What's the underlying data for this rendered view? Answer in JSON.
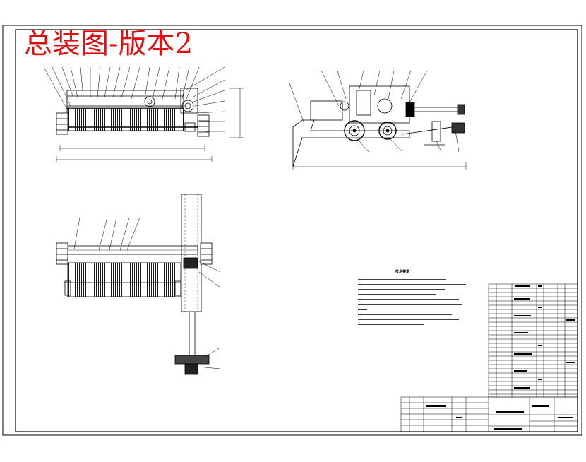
{
  "sheet": {
    "title": "总装图-版本2",
    "title_color": "#e01010",
    "line_color": "#000000",
    "background": "#ffffff"
  },
  "views": {
    "front": {
      "name": "front-view"
    },
    "side": {
      "name": "side-view"
    },
    "top": {
      "name": "top-view"
    }
  },
  "notes": {
    "heading": "技术要求"
  }
}
